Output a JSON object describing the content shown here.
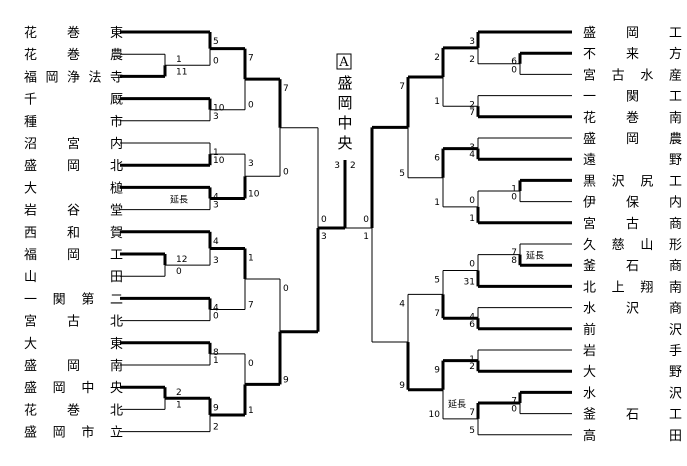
{
  "block_label": "A",
  "winner_name": "盛岡中央",
  "extra_time_label": "延長",
  "left_teams": [
    "花巻東",
    "花巻農",
    "福岡浄法寺",
    "千厩",
    "種市",
    "沼宮内",
    "盛岡北",
    "大槌",
    "岩谷堂",
    "西和賀",
    "福岡工",
    "山田",
    "一関第二",
    "宮古北",
    "大東",
    "盛岡南",
    "盛岡中央",
    "花巻北",
    "盛岡市立"
  ],
  "right_teams": [
    "盛岡工",
    "不来方",
    "宮古水産",
    "一関工",
    "花巻南",
    "盛岡農",
    "遠野",
    "黒沢尻工",
    "伊保内",
    "宮古商",
    "久慈山形",
    "釜石商",
    "北上翔南",
    "水沢商",
    "前沢",
    "岩手",
    "大野",
    "水沢",
    "釜石工",
    "高田"
  ],
  "left_scores": {
    "r0": [
      [
        "1",
        "11"
      ],
      [
        "12",
        "0"
      ],
      [
        "2",
        "1"
      ]
    ],
    "r1": [
      [
        "5",
        "0"
      ],
      [
        "10",
        "3"
      ],
      [
        "1",
        "10"
      ],
      [
        "4",
        "3"
      ],
      [
        "4",
        "3"
      ],
      [
        "4",
        "0"
      ],
      [
        "8",
        "1"
      ],
      [
        "9",
        "2"
      ]
    ],
    "r2": [
      [
        "7",
        "0"
      ],
      [
        "3",
        "10"
      ],
      [
        "1",
        "7"
      ],
      [
        "0",
        "1"
      ]
    ],
    "r3": [
      [
        "7",
        "0"
      ],
      [
        "0",
        "9"
      ]
    ],
    "r4": [
      [
        "0",
        "3"
      ]
    ]
  },
  "right_scores": {
    "r0": [
      [
        "6",
        "0"
      ],
      [
        "1",
        "0"
      ],
      [
        "7",
        "8"
      ],
      [
        "7",
        "0"
      ]
    ],
    "r1": [
      [
        "3",
        "2"
      ],
      [
        "2",
        "7"
      ],
      [
        "3",
        "4"
      ],
      [
        "0",
        "1"
      ],
      [
        "0",
        "31"
      ],
      [
        "4",
        "6"
      ],
      [
        "1",
        "2"
      ],
      [
        "7",
        "5"
      ]
    ],
    "r2": [
      [
        "2",
        "1"
      ],
      [
        "6",
        "1"
      ],
      [
        "5",
        "7"
      ],
      [
        "9",
        "10"
      ]
    ],
    "r3": [
      [
        "7",
        "5"
      ],
      [
        "4",
        "9"
      ]
    ],
    "r4": [
      [
        "0",
        "1"
      ]
    ]
  },
  "final_scores": [
    "3",
    "2"
  ]
}
